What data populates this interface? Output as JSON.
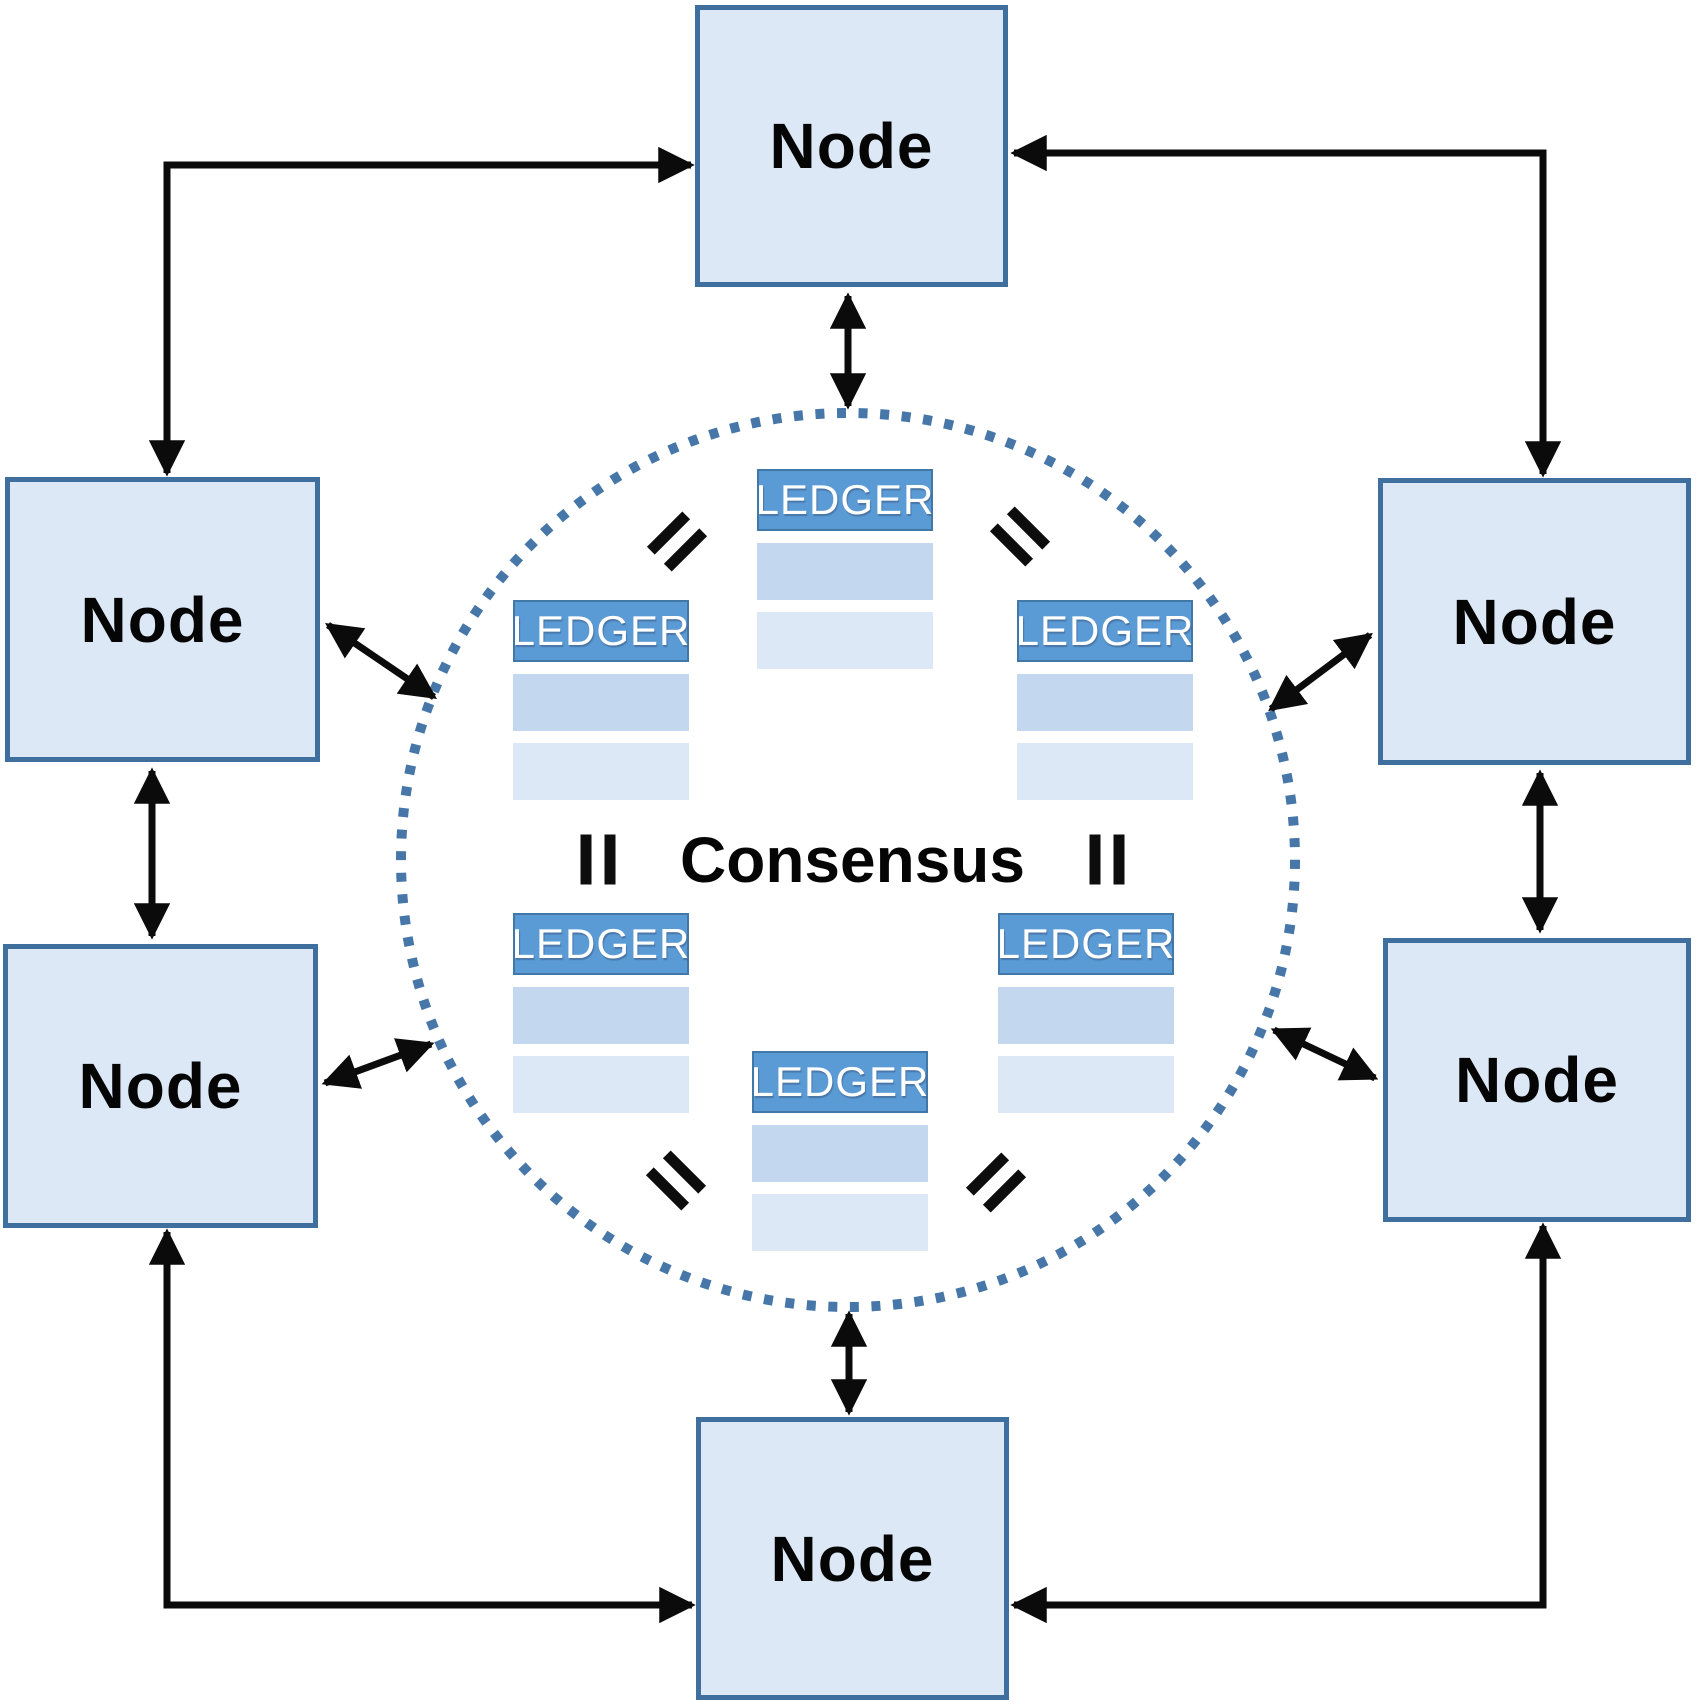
{
  "diagram": {
    "type": "peer-to-peer consensus network diagram",
    "consensus_label": "Consensus"
  },
  "nodes": [
    {
      "position": "top",
      "label": "Node"
    },
    {
      "position": "left-upper",
      "label": "Node"
    },
    {
      "position": "right-upper",
      "label": "Node"
    },
    {
      "position": "left-lower",
      "label": "Node"
    },
    {
      "position": "right-lower",
      "label": "Node"
    },
    {
      "position": "bottom",
      "label": "Node"
    }
  ],
  "ledgers": [
    {
      "position": "top-center",
      "label": "LEDGER",
      "rows": 2
    },
    {
      "position": "mid-left",
      "label": "LEDGER",
      "rows": 2
    },
    {
      "position": "mid-right",
      "label": "LEDGER",
      "rows": 2
    },
    {
      "position": "lower-left",
      "label": "LEDGER",
      "rows": 2
    },
    {
      "position": "lower-right",
      "label": "LEDGER",
      "rows": 2
    },
    {
      "position": "bottom-center",
      "label": "LEDGER",
      "rows": 2
    }
  ],
  "equals_symbols": [
    {
      "position": "upper-left",
      "orientation": "diagonal-ne"
    },
    {
      "position": "upper-right",
      "orientation": "diagonal-nw"
    },
    {
      "position": "mid-left",
      "orientation": "vertical"
    },
    {
      "position": "mid-right",
      "orientation": "vertical"
    },
    {
      "position": "lower-left",
      "orientation": "diagonal-nw"
    },
    {
      "position": "lower-right",
      "orientation": "diagonal-ne"
    }
  ],
  "connections": {
    "double_headed_arrows": [
      "top-node~circle",
      "bottom-node~circle",
      "left-upper~left-lower",
      "right-upper~right-lower",
      "left-upper~circle",
      "left-lower~circle",
      "right-upper~circle",
      "right-lower~circle",
      "left-upper~top (elbow)",
      "right-upper~top (elbow)",
      "left-lower~bottom (elbow)",
      "right-lower~bottom (elbow)"
    ]
  },
  "colors": {
    "node_fill": "#dce8f5",
    "node_border": "#3f6f9f",
    "ledger_header_fill": "#5b9bd5",
    "ledger_header_border": "#4178a8",
    "ledger_row1_fill": "#c3d8ee",
    "ledger_row2_fill": "#dce8f6",
    "circle_dots": "#4677a8",
    "arrow": "#0b0b0b",
    "text": "#050505",
    "ledger_text": "#ffffff"
  }
}
